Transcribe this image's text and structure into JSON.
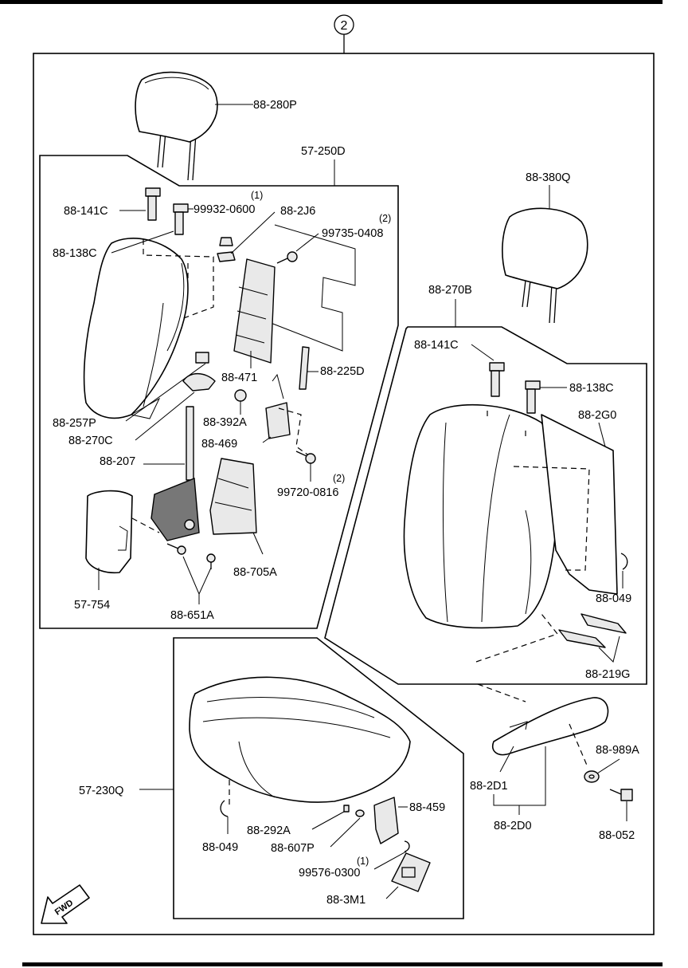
{
  "diagram": {
    "group_number": "2",
    "fwd_label": "FWD",
    "labels": {
      "p_88_280P": "88-280P",
      "p_57_250D": "57-250D",
      "p_88_141C_a": "88-141C",
      "p_99932_0600": "99932-0600",
      "q_99932_0600": "(1)",
      "p_88_2J6": "88-2J6",
      "p_99735_0408": "99735-0408",
      "q_99735_0408": "(2)",
      "p_88_138C_a": "88-138C",
      "p_88_471": "88-471",
      "p_88_225D": "88-225D",
      "p_88_257P": "88-257P",
      "p_88_392A": "88-392A",
      "p_88_270C": "88-270C",
      "p_88_469": "88-469",
      "p_88_207": "88-207",
      "p_99720_0816": "99720-0816",
      "q_99720_0816": "(2)",
      "p_57_754": "57-754",
      "p_88_705A": "88-705A",
      "p_88_651A": "88-651A",
      "p_88_380Q": "88-380Q",
      "p_88_270B": "88-270B",
      "p_88_141C_b": "88-141C",
      "p_88_138C_b": "88-138C",
      "p_88_2G0": "88-2G0",
      "p_88_049_a": "88-049",
      "p_88_219G": "88-219G",
      "p_88_989A": "88-989A",
      "p_88_2D1": "88-2D1",
      "p_88_2D0": "88-2D0",
      "p_88_052": "88-052",
      "p_57_230Q": "57-230Q",
      "p_88_049_b": "88-049",
      "p_88_292A": "88-292A",
      "p_88_459": "88-459",
      "p_88_607P": "88-607P",
      "p_99576_0300": "99576-0300",
      "q_99576_0300": "(1)",
      "p_88_3M1": "88-3M1"
    }
  }
}
